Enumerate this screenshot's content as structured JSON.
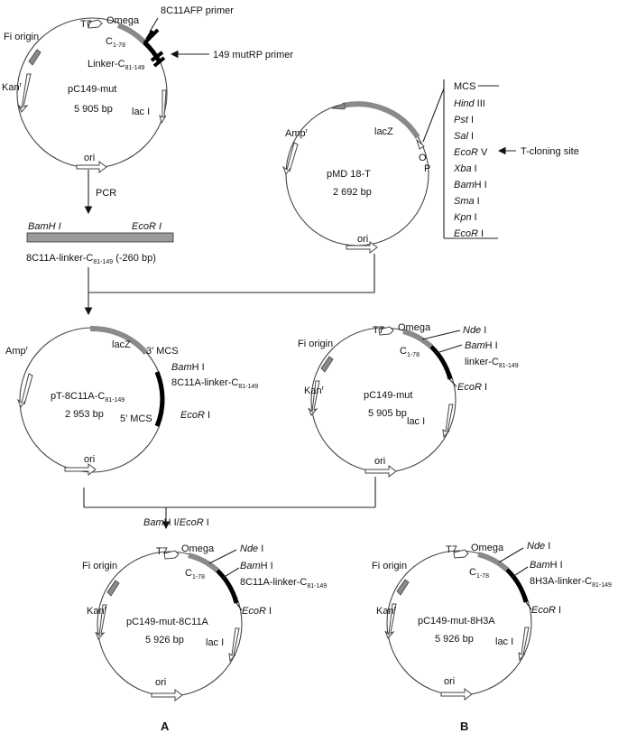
{
  "p1": {
    "t7": "T7",
    "omega": "Omega",
    "primer1": "8C11AFP primer",
    "primer2": "149 mutRP primer",
    "fi": "Fi origin",
    "c": "C",
    "c_sub": "1-78",
    "linker": "Linker-C",
    "linker_sub": "81-149",
    "kan": "Kan",
    "kan_sup": "r",
    "name": "pC149-mut",
    "size": "5 905 bp",
    "lac": "lac I",
    "ori": "ori"
  },
  "pcr": "PCR",
  "fragment": {
    "left_site": "BamH I",
    "right_site": "EcoR I",
    "label_a": "8C11A-linker-C",
    "label_sub": "81-149",
    "label_b": " (-260 bp)"
  },
  "p2": {
    "amp": "Amp",
    "amp_sup": "r",
    "lacz": "lacZ",
    "o": "O",
    "p": "P",
    "name": "pMD 18-T",
    "size": "2 692 bp",
    "ori": "ori",
    "mcs_title": "MCS",
    "tcloning": "T-cloning site",
    "mcs": [
      {
        "it": "Hind",
        "rest": " III"
      },
      {
        "it": "Pst",
        "rest": " I"
      },
      {
        "it": "Sal",
        "rest": " I"
      },
      {
        "it": "EcoR",
        "rest": " V"
      },
      {
        "it": "Xba",
        "rest": " I"
      },
      {
        "it": "Bam",
        "rest": "H I"
      },
      {
        "it": "Sma",
        "rest": " I"
      },
      {
        "it": "Kpn",
        "rest": " I"
      },
      {
        "it": "EcoR",
        "rest": " I"
      }
    ]
  },
  "p3": {
    "amp": "Amp",
    "amp_sup": "r",
    "lacz": "lacZ",
    "mcs3": "3’ MCS",
    "mcs5": "5’ MCS",
    "bam_it": "Bam",
    "bam_rest": "H I",
    "insert": "8C11A-linker-C",
    "insert_sub": "81-149",
    "eco_it": "EcoR",
    "eco_rest": " I",
    "name": "pT-8C11A-C",
    "name_sub": "81-149",
    "size": "2 953 bp",
    "ori": "ori"
  },
  "p4": {
    "t7": "T7",
    "omega": "Omega",
    "fi": "Fi origin",
    "c": "C",
    "c_sub": "1-78",
    "nde_it": "Nde",
    "nde_rest": " I",
    "bam_it": "Bam",
    "bam_rest": "H I",
    "linker": "linker-C",
    "linker_sub": "81-149",
    "eco_it": "EcoR",
    "eco_rest": " I",
    "kan": "Kan",
    "kan_sup": "r",
    "name": "pC149-mut",
    "size": "5 905 bp",
    "lac": "lac I",
    "ori": "ori"
  },
  "digest": {
    "bam_it": "Bam",
    "bam_rest": "H I/",
    "eco_it": "EcoR",
    "eco_rest": " I"
  },
  "p5": {
    "t7": "T7",
    "omega": "Omega",
    "fi": "Fi origin",
    "c": "C",
    "c_sub": "1-78",
    "nde_it": "Nde",
    "nde_rest": " I",
    "bam_it": "Bam",
    "bam_rest": "H I",
    "insert": "8C11A-linker-C",
    "insert_sub": "81-149",
    "eco_it": "EcoR",
    "eco_rest": " I",
    "kan": "Kan",
    "kan_sup": "r",
    "name": "pC149-mut-8C11A",
    "size": "5 926 bp",
    "lac": "lac I",
    "ori": "ori"
  },
  "p6": {
    "t7": "T7",
    "omega": "Omega",
    "fi": "Fi origin",
    "c": "C",
    "c_sub": "1-78",
    "nde_it": "Nde",
    "nde_rest": " I",
    "bam_it": "Bam",
    "bam_rest": "H I",
    "insert": "8H3A-linker-C",
    "insert_sub": "81-149",
    "eco_it": "EcoR",
    "eco_rest": " I",
    "kan": "Kan",
    "kan_sup": "r",
    "name": "pC149-mut-8H3A",
    "size": "5 926 bp",
    "lac": "lac I",
    "ori": "ori"
  },
  "panel_a": "A",
  "panel_b": "B"
}
